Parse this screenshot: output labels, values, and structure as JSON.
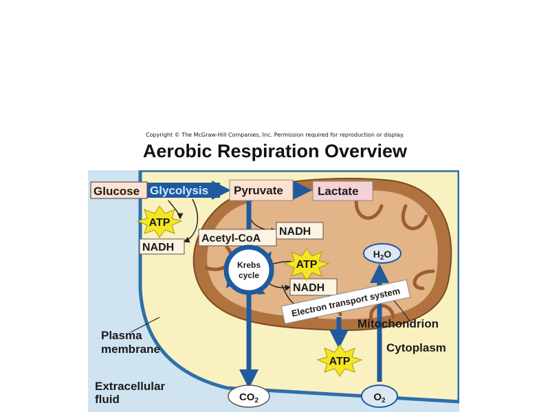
{
  "copyright": "Copyright © The McGraw-Hill Companies, Inc. Permission required for reproduction or display.",
  "title": "Aerobic Respiration Overview",
  "labels": {
    "glucose": "Glucose",
    "glycolysis": "Glycolysis",
    "pyruvate": "Pyruvate",
    "lactate": "Lactate",
    "atp": "ATP",
    "nadh": "NADH",
    "acetyl_coa": "Acetyl-CoA",
    "krebs_line1": "Krebs",
    "krebs_line2": "cycle",
    "electron_transport": "Electron transport system",
    "h2o_main": "H",
    "h2o_sub": "2",
    "h2o_end": "O",
    "co2_main": "CO",
    "co2_sub": "2",
    "o2_main": "O",
    "o2_sub": "2",
    "mitochondrion": "Mitochondrion",
    "cytoplasm": "Cytoplasm",
    "plasma_line1": "Plasma",
    "plasma_line2": "membrane",
    "extracellular_line1": "Extracellular",
    "extracellular_line2": "fluid"
  },
  "colors": {
    "extracellular": "#cfe3f1",
    "cytoplasm": "#f9f1c0",
    "membrane": "#2e6fa8",
    "mito_outer": "#b0733f",
    "mito_inner": "#e2b487",
    "arrow": "#1f5a9e",
    "box_fill": "#fde2cf",
    "lactate_fill": "#f4d2d8",
    "oval_fill": "#dde7f3",
    "starburst": "#f5e623"
  }
}
